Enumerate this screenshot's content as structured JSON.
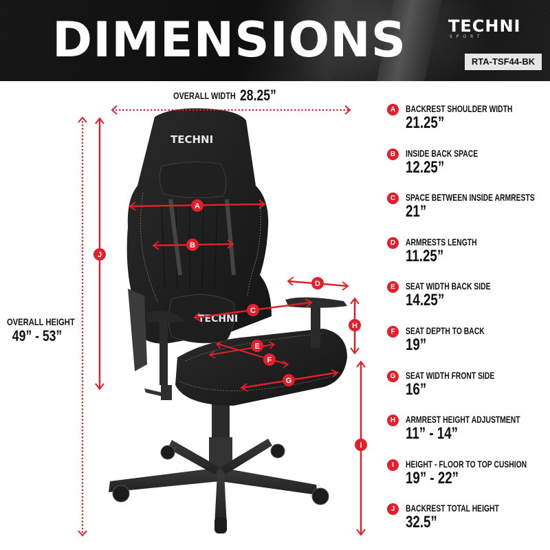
{
  "header": {
    "title": "DIMENSIONS",
    "brand": {
      "main": "TECHNI",
      "sub": "SPORT"
    },
    "sku": "RTA-TSF44-BK"
  },
  "overall": {
    "width_label": "OVERALL WIDTH",
    "width_value": "28.25”",
    "height_label": "OVERALL HEIGHT",
    "height_value": "49” - 53”"
  },
  "chair": {
    "headrest_logo": "TECHNI",
    "lumbar_logo": "TECHNI",
    "accent_color": "#e21f2b"
  },
  "specs": [
    {
      "key": "A",
      "name": "BACKREST SHOULDER WIDTH",
      "value": "21.25”"
    },
    {
      "key": "B",
      "name": "INSIDE BACK SPACE",
      "value": "12.25”"
    },
    {
      "key": "C",
      "name": "SPACE BETWEEN INSIDE ARMRESTS",
      "value": "21”"
    },
    {
      "key": "D",
      "name": "ARMRESTS LENGTH",
      "value": "11.25”"
    },
    {
      "key": "E",
      "name": "SEAT WIDTH BACK SIDE",
      "value": "14.25”"
    },
    {
      "key": "F",
      "name": "SEAT DEPTH TO BACK",
      "value": "19”"
    },
    {
      "key": "G",
      "name": "SEAT WIDTH FRONT SIDE",
      "value": "16”"
    },
    {
      "key": "H",
      "name": "ARMREST HEIGHT ADJUSTMENT",
      "value": "11” - 14”"
    },
    {
      "key": "I",
      "name": "HEIGHT - FLOOR TO TOP CUSHION",
      "value": "19” - 22”"
    },
    {
      "key": "J",
      "name": "BACKREST TOTAL HEIGHT",
      "value": "32.5”"
    }
  ]
}
